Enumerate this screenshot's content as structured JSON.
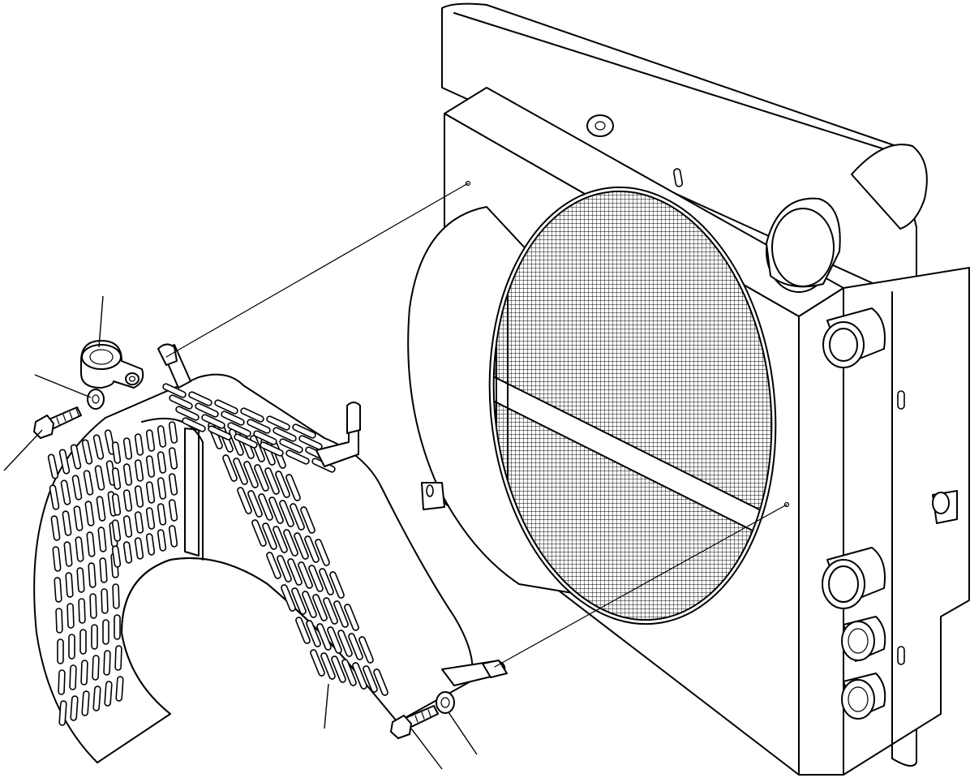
{
  "diagram": {
    "colors": {
      "line": "#000000",
      "background": "#ffffff"
    },
    "parts": [
      {
        "name": "radiator-assembly"
      },
      {
        "name": "fan-shroud"
      },
      {
        "name": "fan-guard"
      },
      {
        "name": "hose-clamp"
      },
      {
        "name": "washer-upper"
      },
      {
        "name": "bolt-upper"
      },
      {
        "name": "bolt-lower"
      },
      {
        "name": "washer-lower"
      }
    ],
    "callouts": []
  }
}
